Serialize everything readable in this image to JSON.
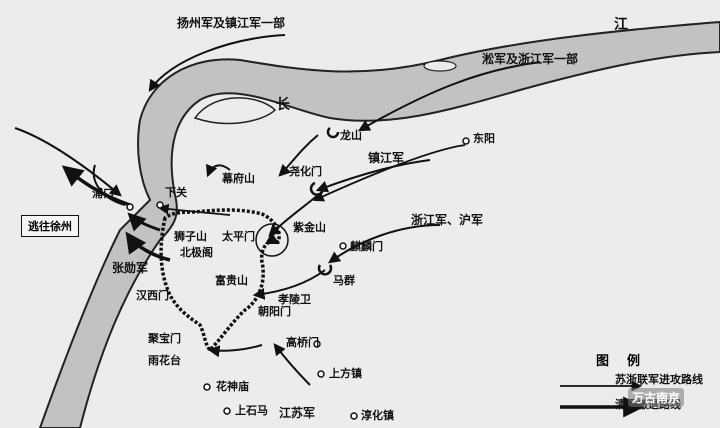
{
  "map": {
    "river_chars": [
      "江",
      "长"
    ],
    "places": {
      "pukou": "浦口",
      "xiaguan": "下关",
      "mufushan": "幕府山",
      "longshan": "龙山",
      "yaohuamen": "尧化门",
      "dongyang": "东阳",
      "shizishan": "狮子山",
      "taiping": "太平门",
      "beijige": "北极阁",
      "zijinshan": "紫金山",
      "qilinmen": "麒麟门",
      "fuguishan": "富贵山",
      "maqun": "马群",
      "hanximen": "汉西门",
      "xiaolingwei": "孝陵卫",
      "chaoyangmen": "朝阳门",
      "jubaomen": "聚宝门",
      "yuhuatai": "雨花台",
      "gaoqiaomen": "高桥门",
      "shangfangzhen": "上方镇",
      "huashenmiao": "花神庙",
      "shangshima": "上石马",
      "chunhuazhen": "淳化镇"
    },
    "armies": {
      "yangzhou": "扬州军及镇江军一部",
      "songjun": "淞军及浙江军一部",
      "zhenjiang": "镇江军",
      "zhehu": "浙江军、沪军",
      "zhangxun": "张勋军",
      "jiangsu": "江苏军"
    },
    "escape_box": "逃往徐州",
    "legend": {
      "title": "图例",
      "attack": "苏浙联军进攻路线",
      "retreat": "清军撤退路线"
    },
    "watermark": "万古南京",
    "colors": {
      "ink": "#111111",
      "paper": "#ececec",
      "river": "#bdbdbd"
    }
  }
}
